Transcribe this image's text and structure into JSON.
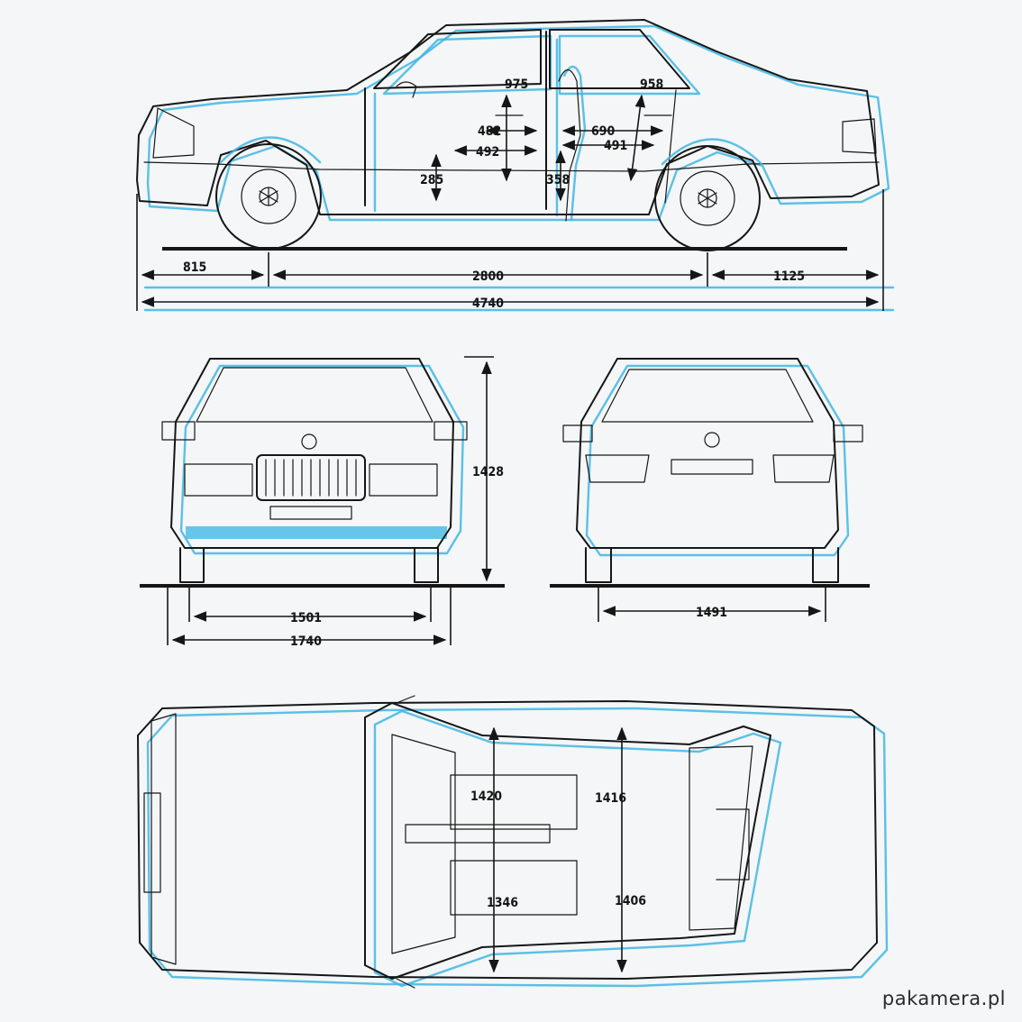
{
  "side_view": {
    "front_overhang": "815",
    "wheelbase": "2800",
    "rear_overhang": "1125",
    "overall_length": "4740",
    "front_headroom": "975",
    "rear_headroom": "958",
    "front_seat_depth": "482",
    "rear_seat_depth": "690",
    "front_legroom": "492",
    "rear_legroom": "491",
    "front_seat_height": "285",
    "rear_seat_height": "358"
  },
  "front_view": {
    "height": "1428",
    "track": "1501",
    "width": "1740"
  },
  "rear_view": {
    "track": "1491"
  },
  "top_view": {
    "front_shoulder_width": "1420",
    "rear_shoulder_width": "1416",
    "front_hip_width": "1346",
    "rear_hip_width": "1406"
  },
  "watermark": "pakamera.pl",
  "colors": {
    "ink": "#161616",
    "cyan": "#3fb6e2",
    "paper": "#f4f6f7"
  }
}
